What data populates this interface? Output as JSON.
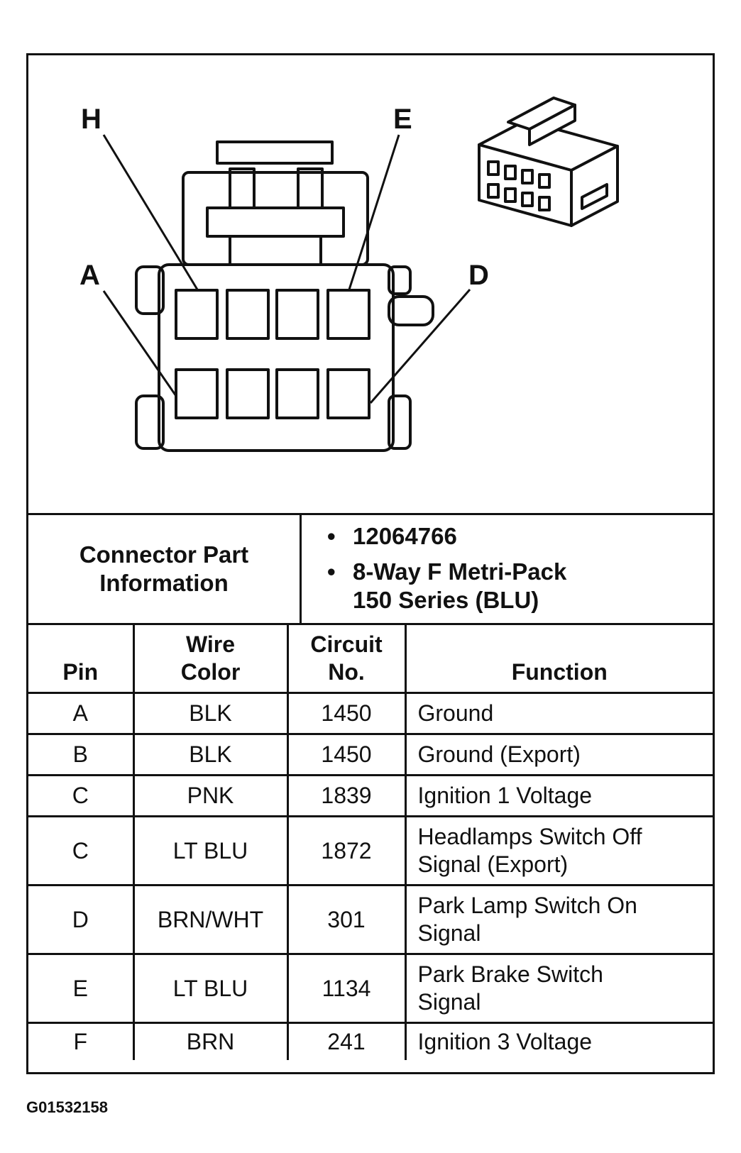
{
  "diagram": {
    "pin_callouts": [
      "H",
      "E",
      "A",
      "D"
    ]
  },
  "connector_info": {
    "label_line1": "Connector Part",
    "label_line2": "Information",
    "bullets": [
      {
        "line1": "12064766",
        "line2": ""
      },
      {
        "line1": "8-Way F Metri-Pack",
        "line2": "150 Series (BLU)"
      }
    ]
  },
  "table": {
    "headers": {
      "pin": "Pin",
      "wire_color_1": "Wire",
      "wire_color_2": "Color",
      "circuit_1": "Circuit",
      "circuit_2": "No.",
      "function": "Function"
    },
    "rows": [
      {
        "pin": "A",
        "color": "BLK",
        "circuit": "1450",
        "func1": "Ground",
        "func2": ""
      },
      {
        "pin": "B",
        "color": "BLK",
        "circuit": "1450",
        "func1": "Ground (Export)",
        "func2": ""
      },
      {
        "pin": "C",
        "color": "PNK",
        "circuit": "1839",
        "func1": "Ignition 1 Voltage",
        "func2": ""
      },
      {
        "pin": "C",
        "color": "LT BLU",
        "circuit": "1872",
        "func1": "Headlamps Switch Off",
        "func2": "Signal (Export)"
      },
      {
        "pin": "D",
        "color": "BRN/WHT",
        "circuit": "301",
        "func1": "Park Lamp Switch On",
        "func2": "Signal"
      },
      {
        "pin": "E",
        "color": "LT BLU",
        "circuit": "1134",
        "func1": "Park Brake Switch",
        "func2": "Signal"
      },
      {
        "pin": "F",
        "color": "BRN",
        "circuit": "241",
        "func1": "Ignition 3 Voltage",
        "func2": ""
      }
    ]
  },
  "figure_code": "G01532158"
}
